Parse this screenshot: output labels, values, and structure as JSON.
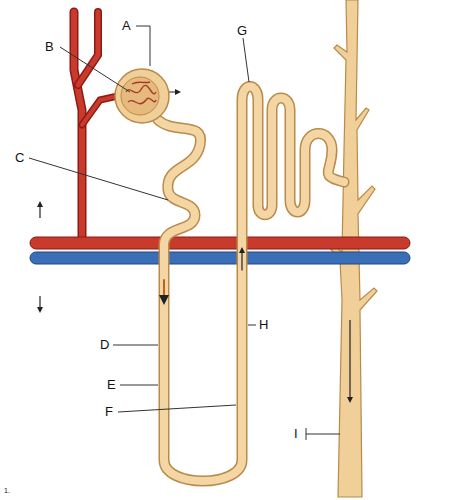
{
  "diagram": {
    "labels": [
      "A",
      "B",
      "C",
      "D",
      "E",
      "F",
      "G",
      "H",
      "I",
      "1."
    ]
  }
}
